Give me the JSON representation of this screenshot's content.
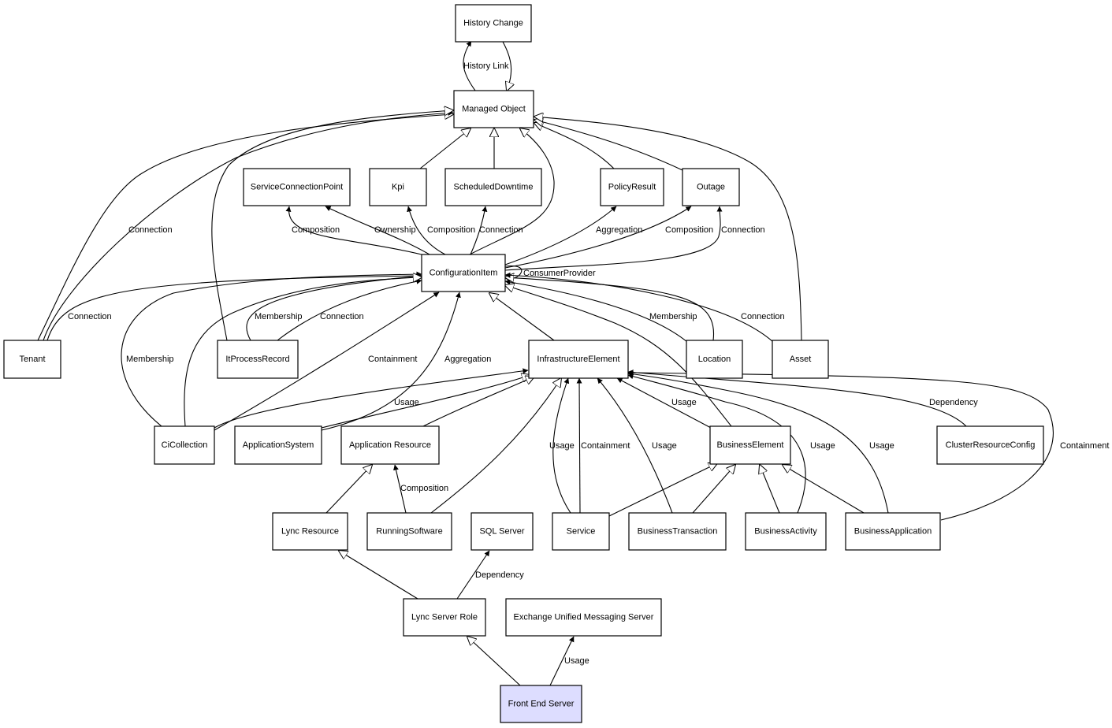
{
  "colors": {
    "node_fill": "#ffffff",
    "highlight_fill": "#ddddff",
    "stroke": "#000000"
  },
  "nodes": {
    "history_change": "History Change",
    "managed_object": "Managed Object",
    "service_connection_point": "ServiceConnectionPoint",
    "kpi": "Kpi",
    "scheduled_downtime": "ScheduledDowntime",
    "policy_result": "PolicyResult",
    "outage": "Outage",
    "configuration_item": "ConfigurationItem",
    "tenant": "Tenant",
    "it_process_record": "ItProcessRecord",
    "infrastructure_element": "InfrastructureElement",
    "location": "Location",
    "asset": "Asset",
    "ci_collection": "CiCollection",
    "application_system": "ApplicationSystem",
    "application_resource": "Application Resource",
    "business_element": "BusinessElement",
    "cluster_resource_config": "ClusterResourceConfig",
    "lync_resource": "Lync Resource",
    "running_software": "RunningSoftware",
    "sql_server": "SQL Server",
    "service": "Service",
    "business_transaction": "BusinessTransaction",
    "business_activity": "BusinessActivity",
    "business_application": "BusinessApplication",
    "lync_server_role": "Lync Server Role",
    "exchange_um_server": "Exchange Unified Messaging Server",
    "front_end_server": "Front End Server"
  },
  "edge_labels": {
    "history_link": "History Link",
    "tenant_mo_connection": "Connection",
    "sc_composition": "Composition",
    "ownership": "Ownership",
    "kpi_composition": "Composition",
    "sd_connection": "Connection",
    "pr_aggregation": "Aggregation",
    "outage_composition": "Composition",
    "outage_connection": "Connection",
    "consumer_provider": "ConsumerProvider",
    "tenant_ci_connection": "Connection",
    "itpr_membership": "Membership",
    "itpr_connection": "Connection",
    "location_membership": "Membership",
    "asset_connection": "Connection",
    "cicollection_membership": "Membership",
    "cicollection_containment": "Containment",
    "appsystem_aggregation": "Aggregation",
    "cicollection_usage": "Usage",
    "be_usage": "Usage",
    "cluster_dependency": "Dependency",
    "service_usage": "Usage",
    "service_containment": "Containment",
    "bt_usage": "Usage",
    "ba_usage": "Usage",
    "bapp_usage": "Usage",
    "bapp_containment": "Containment",
    "rs_composition": "Composition",
    "sql_dependency": "Dependency",
    "fes_usage": "Usage"
  }
}
